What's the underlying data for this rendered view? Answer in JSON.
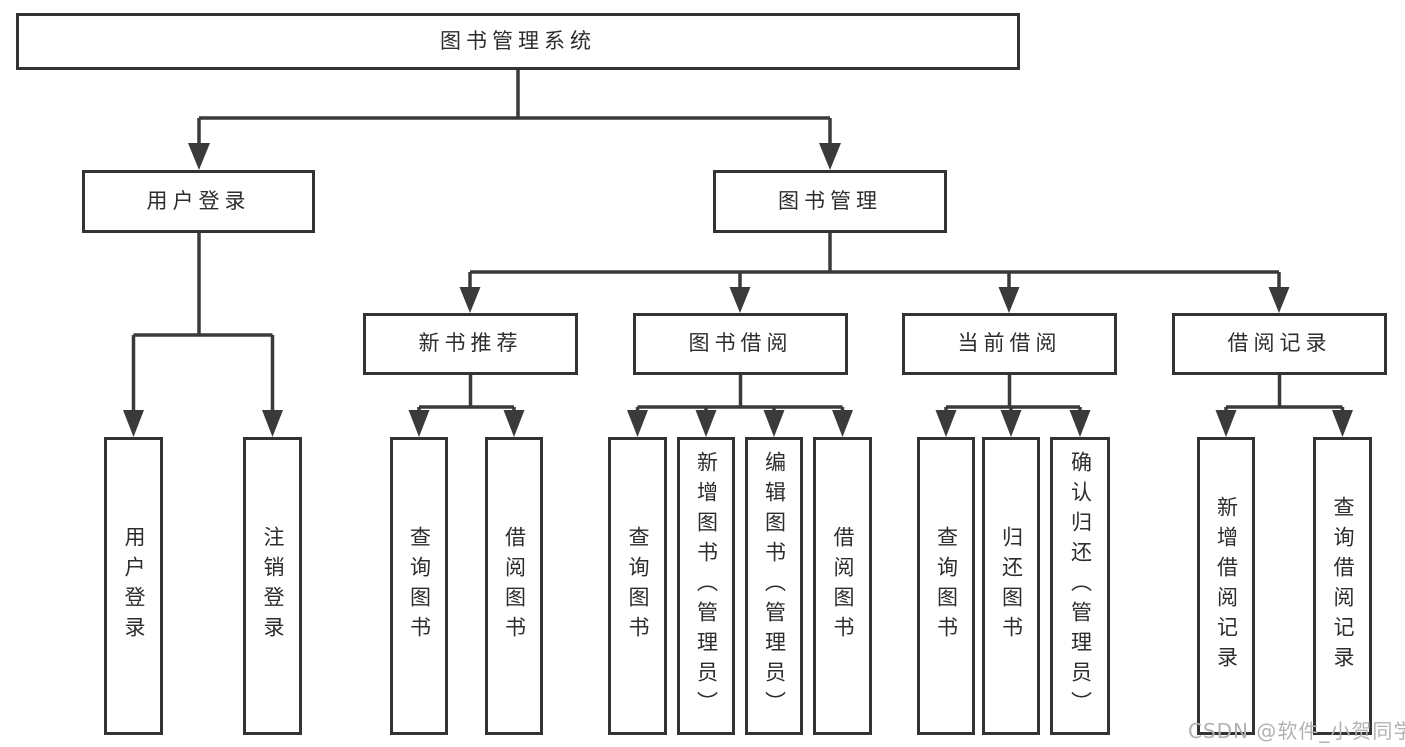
{
  "diagram": {
    "root": "图书管理系统",
    "level2": [
      "用户登录",
      "图书管理"
    ],
    "level3": [
      "新书推荐",
      "图书借阅",
      "当前借阅",
      "借阅记录"
    ],
    "leaves": {
      "user_login": [
        "用户登录",
        "注销登录"
      ],
      "new_book_recommend": [
        "查询图书",
        "借阅图书"
      ],
      "book_borrow": [
        "查询图书",
        "新增图书（管理员）",
        "编辑图书（管理员）",
        "借阅图书"
      ],
      "current_borrow": [
        "查询图书",
        "归还图书",
        "确认归还（管理员）"
      ],
      "borrow_record": [
        "新增借阅记录",
        "查询借阅记录"
      ]
    }
  },
  "watermark": {
    "text": "CSDN @软件_小贺同学"
  },
  "colors": {
    "line": "#3a3a3a",
    "border": "#333333",
    "text": "#2d2d2d",
    "background": "#ffffff",
    "watermark": "#b2b2b2"
  }
}
